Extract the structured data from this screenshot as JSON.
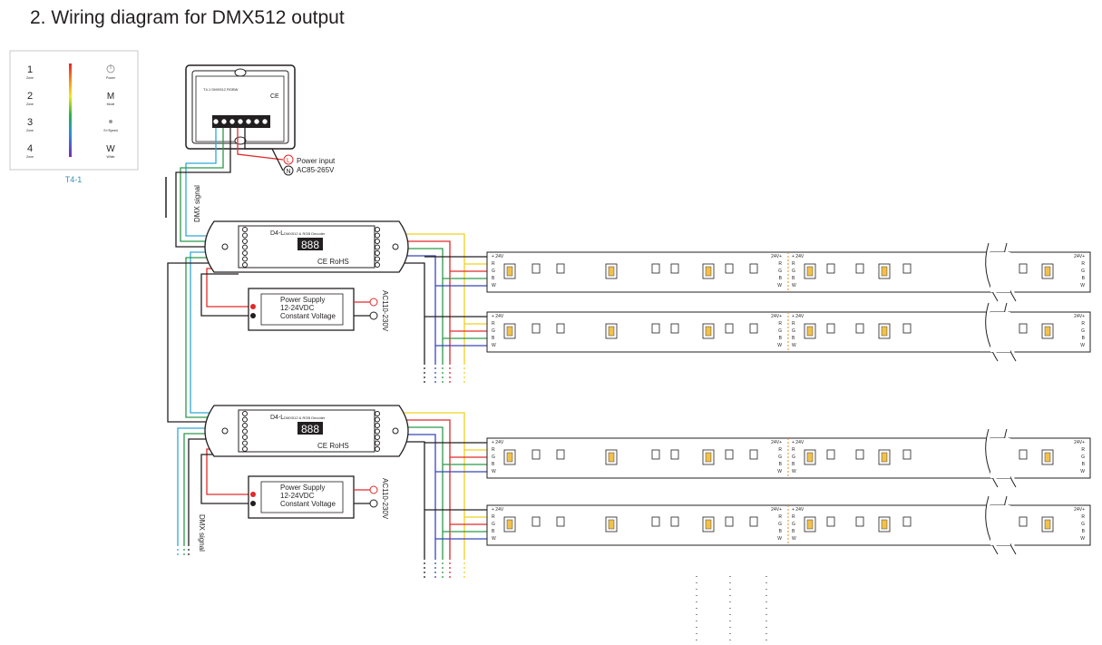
{
  "title": "2. Wiring diagram for DMX512 output",
  "panel": {
    "model": "T4-1",
    "zones": [
      {
        "num": "1",
        "sub": "Zone"
      },
      {
        "num": "2",
        "sub": "Zone"
      },
      {
        "num": "3",
        "sub": "Zone"
      },
      {
        "num": "4",
        "sub": "Zone"
      }
    ],
    "keys": [
      {
        "icon": "power-icon",
        "sub": "Power"
      },
      {
        "icon": "mode-icon",
        "label": "M",
        "sub": "Mode"
      },
      {
        "icon": "speed-icon",
        "sub": "S+/Speed"
      },
      {
        "icon": "white-icon",
        "label": "W",
        "sub": "White"
      }
    ],
    "label_text": "T4-1   DMX512 RGBW",
    "power_input": "Power input",
    "power_voltage": "AC85-265V",
    "live": "L",
    "neutral": "N"
  },
  "dmx_signal": "DMX signal",
  "decoder": {
    "model": "D4-L",
    "name": "DMX512 & RGB Decoder",
    "display": "888",
    "cert": "CE RoHS"
  },
  "power_supply": {
    "line1": "Power Supply",
    "line2": "12-24VDC",
    "line3": "Constant Voltage",
    "input": "AC110-230V"
  },
  "strip": {
    "left_labels": [
      "+ 24V",
      "R",
      "G",
      "B",
      "W"
    ],
    "right_labels": [
      "24V+",
      "R",
      "G",
      "B",
      "W"
    ]
  },
  "colors": {
    "red": "#e02a2a",
    "green": "#2a9a4a",
    "blue": "#3848b8",
    "yellow": "#f0d020",
    "cyan": "#30a8d8",
    "black": "#231f20",
    "gray": "#8a8a8a"
  }
}
